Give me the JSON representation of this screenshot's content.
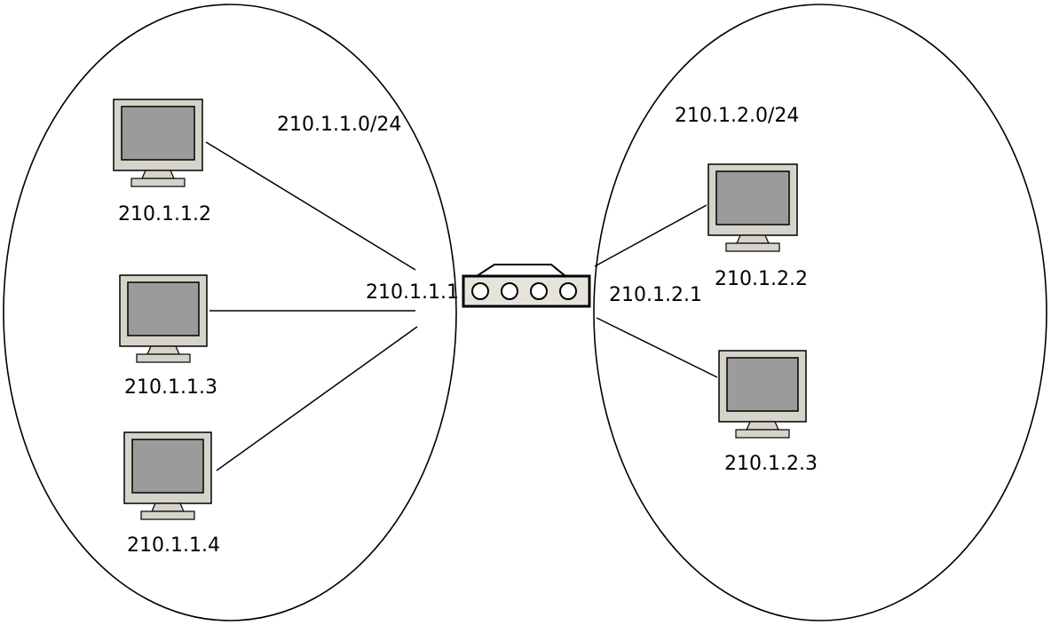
{
  "diagram": {
    "title": "two-subnet-router-network",
    "left_subnet": {
      "label": "210.1.1.0/24",
      "router_interface_label": "210.1.1.1",
      "hosts": [
        {
          "label": "210.1.1.2"
        },
        {
          "label": "210.1.1.3"
        },
        {
          "label": "210.1.1.4"
        }
      ]
    },
    "right_subnet": {
      "label": "210.1.2.0/24",
      "router_interface_label": "210.1.2.1",
      "hosts": [
        {
          "label": "210.1.2.2"
        },
        {
          "label": "210.1.2.3"
        }
      ]
    },
    "router": {
      "port_count": 4
    },
    "colors": {
      "background": "#ffffff",
      "line": "#000000",
      "monitor_frame": "#d6d3ca",
      "monitor_screen": "#9b9b9b",
      "router_body": "#e6e4da",
      "router_port": "#ffffff"
    }
  }
}
